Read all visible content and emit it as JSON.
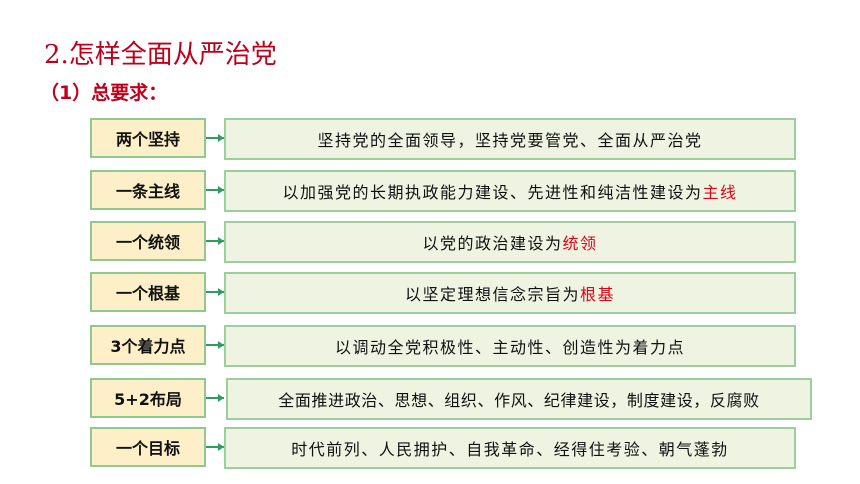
{
  "title": "2.怎样全面从严治党",
  "subtitle": "（1）总要求：",
  "rows": [
    {
      "label": "两个坚持",
      "text": "坚持党的全面领导，坚持党要管党、全面从严治党",
      "highlight": ""
    },
    {
      "label": "一条主线",
      "text": "以加强党的长期执政能力建设、先进性和纯洁性建设为",
      "highlight": "主线"
    },
    {
      "label": "一个统领",
      "text": "以党的政治建设为",
      "highlight": "统领"
    },
    {
      "label": "一个根基",
      "text": "以坚定理想信念宗旨为",
      "highlight": "根基"
    },
    {
      "label": "3个着力点",
      "text": "以调动全党积极性、主动性、创造性为着力点",
      "highlight": ""
    },
    {
      "label": "5+2布局",
      "text": "全面推进政治、思想、组织、作风、纪律建设，制度建设，反腐败",
      "highlight": ""
    },
    {
      "label": "一个目标",
      "text": "时代前列、人民拥护、自我革命、经得住考验、朝气蓬勃",
      "highlight": ""
    }
  ],
  "colors": {
    "title": "#c0001a",
    "highlight": "#e60012",
    "label_bg": "#fdf0c8",
    "desc_bg": "#eef3e2",
    "border": "#8fc98f",
    "connector": "#2e9e5e"
  }
}
